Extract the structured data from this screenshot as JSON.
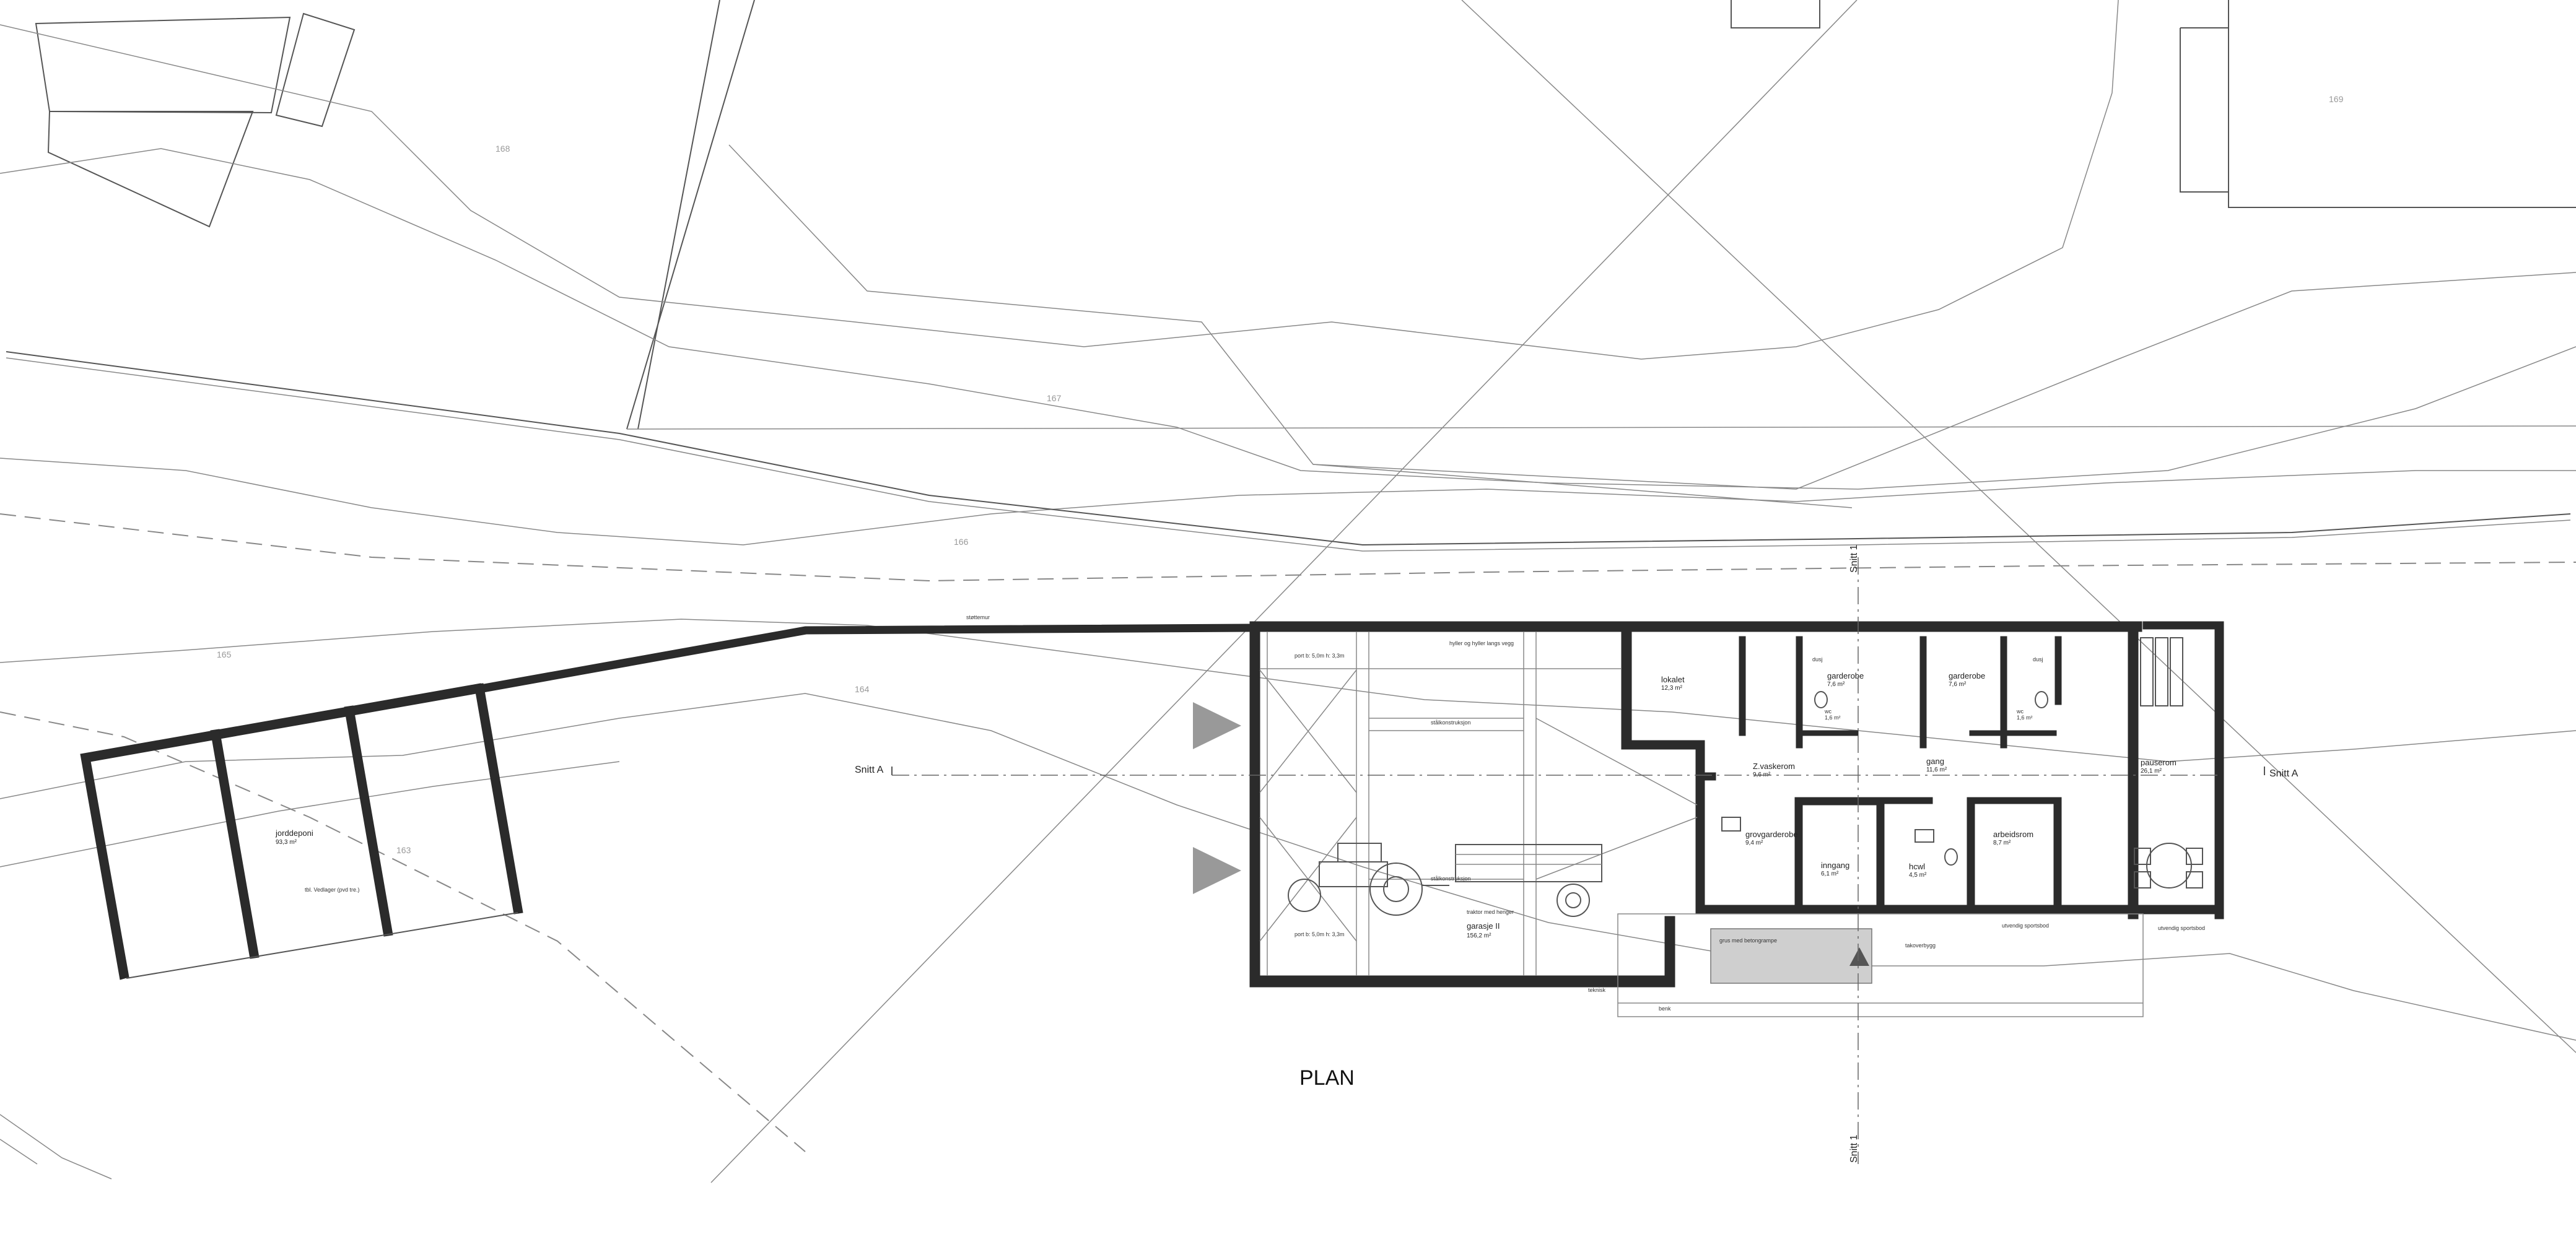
{
  "drawing": {
    "title": "PLAN",
    "section_a_left": "Snitt A",
    "section_a_right": "Snitt A",
    "section_1_top": "Snitt 1",
    "section_1_bottom": "Snitt 1"
  },
  "contours": [
    {
      "label": "168"
    },
    {
      "label": "167"
    },
    {
      "label": "166"
    },
    {
      "label": "165"
    },
    {
      "label": "164"
    },
    {
      "label": "163"
    },
    {
      "label": "169"
    }
  ],
  "rooms": {
    "jorddeponi": {
      "name": "jorddeponi",
      "area": "93,3 m²",
      "note": "tbl. Vedlager (pvd tre.)"
    },
    "garasje": {
      "name": "garasje II",
      "area": "156,2 m²"
    },
    "vaskerom": {
      "name": "Z.vaskerom",
      "area": "9,6 m²"
    },
    "lokaler": {
      "name": "lokalet",
      "area": "12,3 m²"
    },
    "grovgarderobe": {
      "name": "grovgarderobe",
      "area": "9,4 m²"
    },
    "inngang": {
      "name": "inngang",
      "area": "6,1 m²"
    },
    "hcwc": {
      "name": "hcwl",
      "area": "4,5 m²"
    },
    "arbeidsrom": {
      "name": "arbeidsrom",
      "area": "8,7 m²"
    },
    "garderobe1": {
      "name": "garderobe",
      "area": "7,6 m²"
    },
    "garderobe2": {
      "name": "garderobe",
      "area": "7,6 m²"
    },
    "gang": {
      "name": "gang",
      "area": "11,6 m²"
    },
    "pauserom": {
      "name": "pauserom",
      "area": "26,1 m²"
    },
    "wc1": {
      "name": "wc",
      "area": "1,6 m²"
    },
    "wc2": {
      "name": "wc",
      "area": "1,6 m²"
    },
    "dusj1": {
      "name": "dusj",
      "area": ""
    },
    "dusj2": {
      "name": "dusj",
      "area": ""
    }
  },
  "annotations": {
    "stottemur": "støttemur",
    "verksted": "stålkonstruksjon",
    "traktor": "traktor med henger",
    "port1": "port b: 5,0m h: 3,3m",
    "port2": "port b: 5,0m h: 3,3m",
    "hyller": "hyller og hyller langs vegg",
    "beredning": "utvendig sportsbod",
    "benk": "benk",
    "utvendig_redskaper": "utvendig sportsbod",
    "trapp_rampe": "grus med betongrampe",
    "takoverbygg": "takoverbygg",
    "tekniskrom": "teknisk"
  }
}
